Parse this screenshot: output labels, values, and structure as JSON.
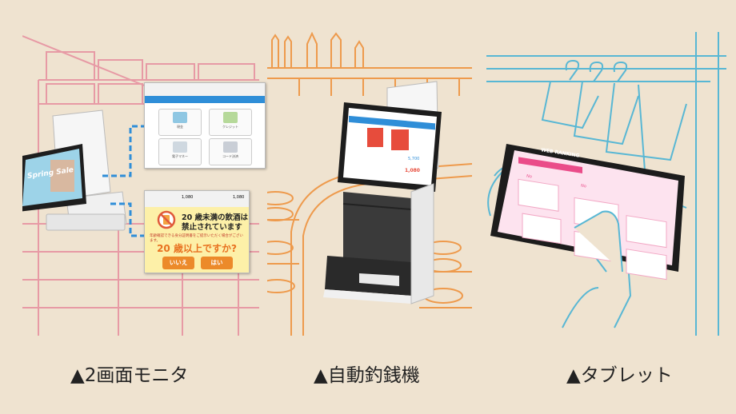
{
  "captions": {
    "dual_monitor": "▲2画面モニタ",
    "change_machine": "▲自動釣銭機",
    "tablet": "▲タブレット"
  },
  "dual_monitor": {
    "signage_text": "Spring Sale",
    "menu_screen": {
      "tiles": [
        "現金",
        "クレジット",
        "電子マネー",
        "コード決済"
      ]
    },
    "age_screen": {
      "warning_line1": "20 歳未満の飲酒は",
      "warning_line2": "禁止されています",
      "notice": "年齢確認できる身分証明書をご提示いただく場合がございます。",
      "question": "20 歳以上ですか?",
      "no_button": "いいえ",
      "yes_button": "はい",
      "amount": "1,080"
    }
  },
  "change_machine": {
    "total": "1,080",
    "amount2": "5,700"
  },
  "tablet": {
    "title": "WEB RANKING",
    "no_label": "No"
  },
  "colors": {
    "background": "#efe3d0",
    "pink_line": "#e79aa5",
    "orange_line": "#ee9a4c",
    "blue_line": "#58b7d4",
    "accent_orange": "#ec8a2a",
    "link_blue": "#2f8ed8"
  }
}
